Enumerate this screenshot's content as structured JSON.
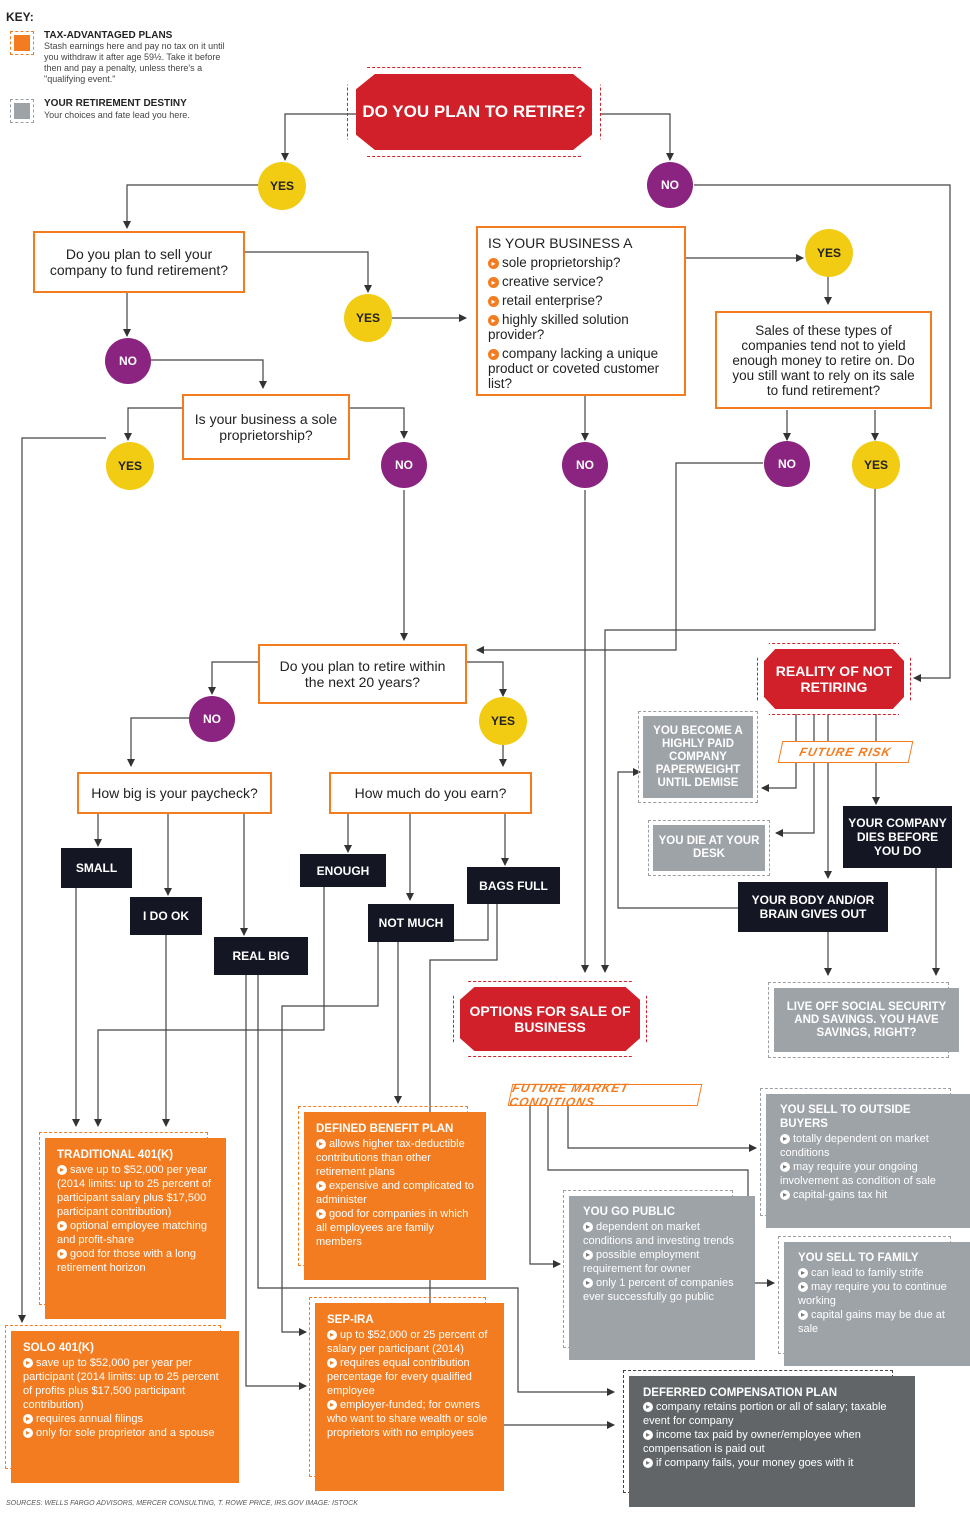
{
  "key": {
    "title": "KEY:",
    "items": [
      {
        "heading": "TAX-ADVANTAGED PLANS",
        "desc": "Stash earnings here and pay no tax on it until you withdraw it after age 59½. Take it before then and pay a penalty, unless there's a \"qualifying event.\"",
        "color": "#f47c20"
      },
      {
        "heading": "YOUR RETIREMENT DESTINY",
        "desc": "Your choices and fate lead you here.",
        "color": "#9ea3a8"
      }
    ]
  },
  "start": "DO YOU PLAN TO RETIRE?",
  "answers": {
    "yes": "YES",
    "no": "NO"
  },
  "questions": {
    "sell_company": "Do you plan to sell your company to fund retirement?",
    "sole_prop": "Is your business a sole proprietorship?",
    "retire_20": "Do you plan to retire within the next 20 years?",
    "paycheck": "How big is your paycheck?",
    "earn": "How much do you earn?",
    "sales_yield": "Sales of these types of companies tend not to yield enough money to retire on. Do you still want to rely on its sale to fund retirement?"
  },
  "business_box": {
    "title": "IS YOUR BUSINESS A",
    "items": [
      "sole proprietorship?",
      "creative service?",
      "retail enterprise?",
      "highly skilled solution provider?",
      "company lacking a unique product or coveted customer list?"
    ]
  },
  "paycheck_answers": [
    "SMALL",
    "I DO OK",
    "REAL BIG"
  ],
  "earn_answers": [
    "ENOUGH",
    "NOT MUCH",
    "BAGS FULL"
  ],
  "reality": "REALITY OF NOT RETIRING",
  "future_risk": "FUTURE RISK",
  "risk_outcomes": {
    "paperweight": "YOU BECOME A HIGHLY PAID COMPANY PAPERWEIGHT UNTIL DEMISE",
    "die_desk": "YOU DIE AT YOUR DESK",
    "company_dies": "YOUR COMPANY DIES BEFORE YOU DO",
    "body_brain": "YOUR BODY AND/OR BRAIN GIVES OUT",
    "social_security": "LIVE OFF SOCIAL SECURITY AND SAVINGS. YOU HAVE SAVINGS, RIGHT?"
  },
  "options_sale": "OPTIONS FOR SALE OF BUSINESS",
  "future_market": "FUTURE MARKET CONDITIONS",
  "sale_outcomes": {
    "outside": {
      "title": "YOU SELL TO OUTSIDE BUYERS",
      "items": [
        "totally dependent on market conditions",
        "may require your ongoing involvement as condition of sale",
        "capital-gains tax hit"
      ]
    },
    "public": {
      "title": "YOU GO PUBLIC",
      "items": [
        "dependent on market conditions and investing trends",
        "possible employment requirement for owner",
        "only 1 percent of companies ever successfully go public"
      ]
    },
    "family": {
      "title": "YOU SELL TO FAMILY",
      "items": [
        "can lead to family strife",
        "may require you to continue working",
        "capital gains may be due at sale"
      ]
    }
  },
  "plans": {
    "trad401k": {
      "title": "TRADITIONAL 401(K)",
      "items": [
        "save up to $52,000 per year (2014 limits: up to 25 percent of participant salary plus $17,500 participant contribution)",
        "optional employee matching and profit-share",
        "good for those with a long retirement horizon"
      ]
    },
    "defined": {
      "title": "DEFINED BENEFIT PLAN",
      "items": [
        "allows higher tax-deductible contributions than other retirement plans",
        "expensive and complicated to administer",
        "good for companies in which all employees are family members"
      ]
    },
    "solo401k": {
      "title": "SOLO 401(K)",
      "items": [
        "save up to $52,000 per year per participant (2014 limits: up to 25 percent of profits plus $17,500 participant contribution)",
        "requires annual filings",
        "only for sole proprietor and a spouse"
      ]
    },
    "sepira": {
      "title": "SEP-IRA",
      "items": [
        "up to $52,000 or 25 percent of salary per participant (2014)",
        "requires equal contribution percentage for every qualified employee",
        "employer-funded; for owners who want to share wealth or sole proprietors with no employees"
      ]
    },
    "deferred": {
      "title": "DEFERRED COMPENSATION PLAN",
      "items": [
        "company retains portion or all of salary; taxable event for company",
        "income tax paid by owner/employee when compensation is paid out",
        "if company fails, your money goes with it"
      ]
    }
  },
  "sources": "SOURCES: WELLS FARGO ADVISORS, MERCER CONSULTING, T. ROWE PRICE, IRS.GOV IMAGE: ISTOCK"
}
